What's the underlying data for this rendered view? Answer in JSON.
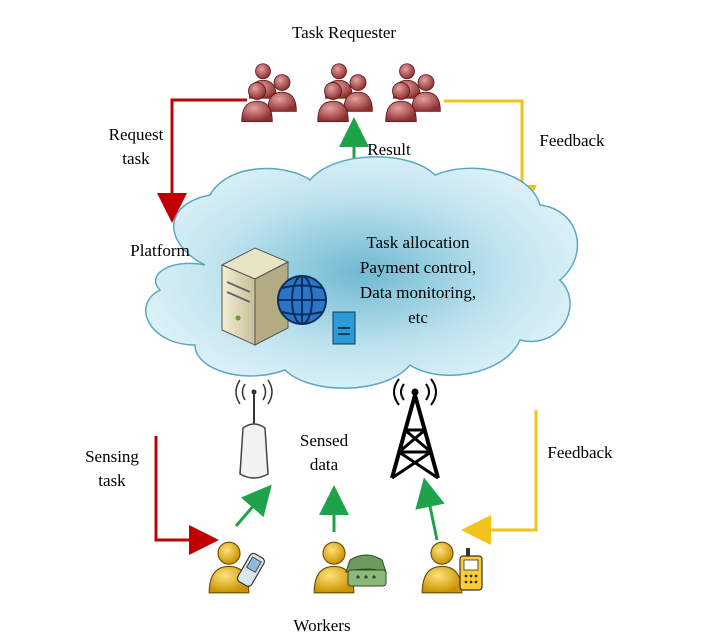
{
  "labels": {
    "task_requester": "Task Requester",
    "request_task_line1": "Request",
    "request_task_line2": "task",
    "result": "Result",
    "feedback_top": "Feedback",
    "platform": "Platform",
    "platform_functions": [
      "Task allocation",
      "Payment control,",
      "Data monitoring,",
      "etc"
    ],
    "sensing_task_line1": "Sensing",
    "sensing_task_line2": "task",
    "sensed_data_line1": "Sensed",
    "sensed_data_line2": "data",
    "feedback_bottom": "Feedback",
    "workers": "Workers"
  },
  "colors": {
    "request_arrow": "#c00000",
    "result_arrow": "#1fa34a",
    "feedback_arrow": "#f2c31b",
    "requester_people": "#a03a3a",
    "worker_people": "#e6b411",
    "cloud_center": "#bfe3ee",
    "cloud_edge": "#5aa7c4"
  },
  "icons": {
    "requesters": [
      "people-group-icon",
      "people-group-icon",
      "people-group-icon"
    ],
    "workers": [
      "worker-with-mobile-phone-icon",
      "worker-with-telephone-icon",
      "worker-with-cellphone-icon"
    ],
    "platform": "server-with-globe-icon",
    "antennas": [
      "wifi-access-point-icon",
      "cell-tower-icon"
    ]
  }
}
